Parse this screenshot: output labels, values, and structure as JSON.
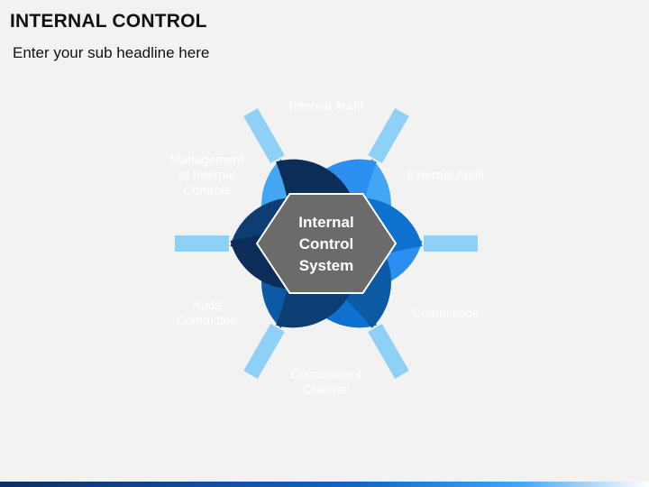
{
  "slide": {
    "title": "INTERNAL CONTROL",
    "subtitle": "Enter your sub headline here"
  },
  "diagram": {
    "center": {
      "lines": [
        "Internal",
        "Control",
        "System"
      ],
      "color": "#6b6b6b"
    },
    "petals": [
      {
        "id": "internal-audit",
        "lines": [
          "Internal Audit"
        ],
        "color": "#42a6f2"
      },
      {
        "id": "external-audit",
        "lines": [
          "External Audit"
        ],
        "color": "#2a8ff0"
      },
      {
        "id": "compliance",
        "lines": [
          "Compliance"
        ],
        "color": "#0d72cf"
      },
      {
        "id": "complainant-channel",
        "lines": [
          "Complainant",
          "Channel"
        ],
        "color": "#0c5aa3"
      },
      {
        "id": "audit-committee",
        "lines": [
          "Audit",
          "Committee"
        ],
        "color": "#0c3e73"
      },
      {
        "id": "management-internal-controls",
        "lines": [
          "Management",
          "of Internal",
          "Controls"
        ],
        "color": "#0b2d57"
      }
    ],
    "connector_color": "#8fd0f7"
  }
}
